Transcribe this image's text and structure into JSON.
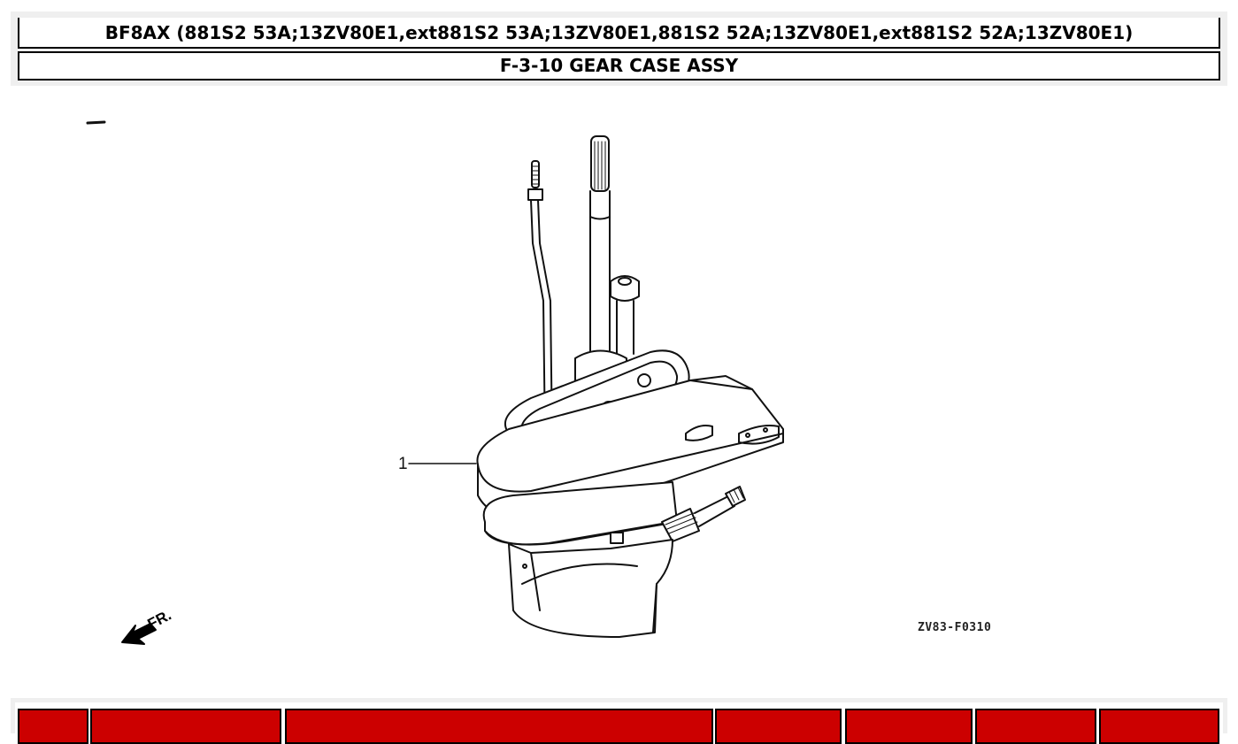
{
  "header": {
    "model_title": "BF8AX (881S2 53A;13ZV80E1,ext881S2 53A;13ZV80E1,881S2 52A;13ZV80E1,ext881S2 52A;13ZV80E1)",
    "section_title": "F-3-10 GEAR CASE ASSY"
  },
  "diagram": {
    "callouts": [
      {
        "number": "1",
        "part": "gear-case-assy"
      }
    ],
    "direction_indicator": {
      "text": "FR.",
      "icon": "arrow-down-left-icon"
    },
    "reference_code": "ZV83-F0310"
  },
  "parts_table": {
    "header_color": "#cc0000",
    "columns": [
      {
        "label": ""
      },
      {
        "label": ""
      },
      {
        "label": ""
      },
      {
        "label": ""
      },
      {
        "label": ""
      },
      {
        "label": ""
      },
      {
        "label": ""
      }
    ]
  },
  "colors": {
    "panel_bg": "#efefef",
    "border": "#000000",
    "table_header": "#cc0000"
  }
}
